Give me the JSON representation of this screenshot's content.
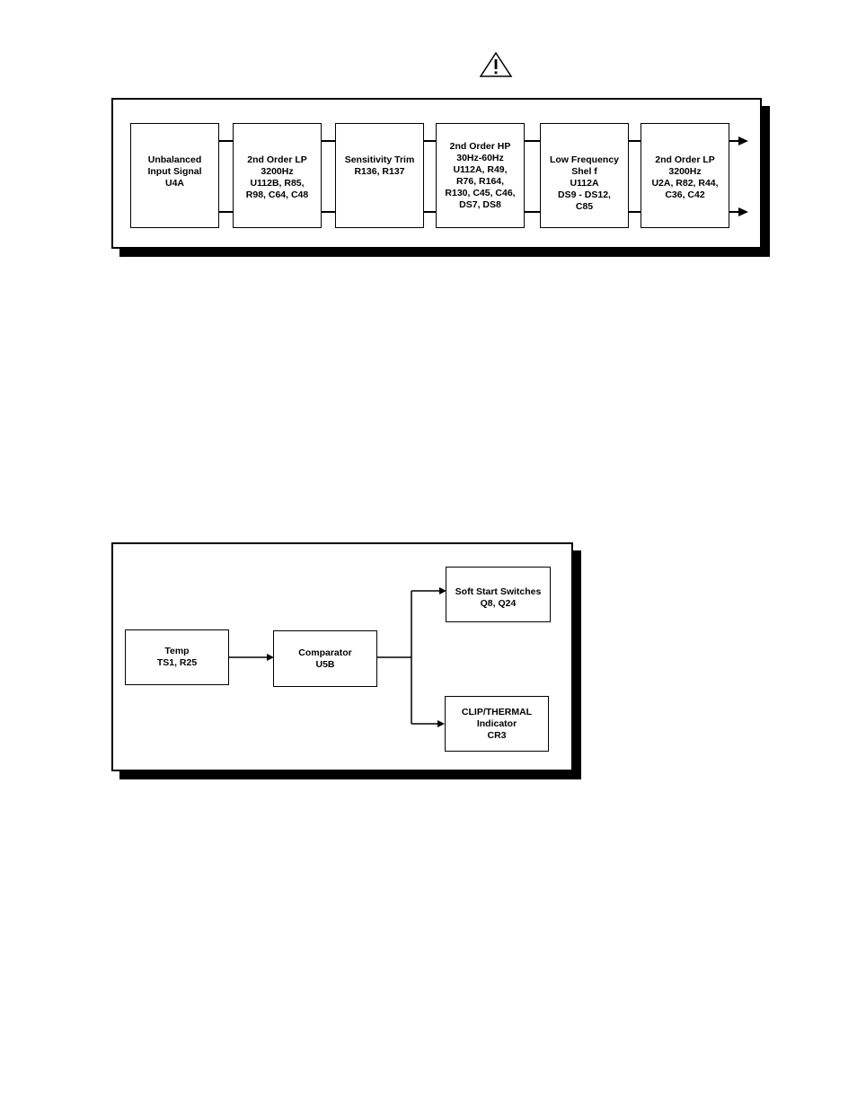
{
  "diagram1": {
    "blocks": [
      {
        "lines": [
          "Unbalanced",
          "Input Signal",
          "U4A"
        ]
      },
      {
        "lines": [
          "2nd Order LP",
          "3200Hz",
          "U112B, R85,",
          "R98, C64, C48"
        ]
      },
      {
        "lines": [
          "Sensitivity Trim",
          "R136, R137"
        ]
      },
      {
        "lines": [
          "2nd Order HP",
          "30Hz-60Hz",
          "U112A, R49,",
          "R76, R164,",
          "R130, C45, C46,",
          "DS7, DS8"
        ]
      },
      {
        "lines": [
          "Low Frequency",
          "Shel f",
          "U112A",
          "DS9 - DS12,",
          "C85"
        ]
      },
      {
        "lines": [
          "2nd Order LP",
          "3200Hz",
          "U2A, R82, R44,",
          "C36, C42"
        ]
      }
    ]
  },
  "diagram2": {
    "temp": {
      "lines": [
        "Temp",
        "TS1, R25"
      ]
    },
    "comparator": {
      "lines": [
        "Comparator",
        "U5B"
      ]
    },
    "soft_start": {
      "lines": [
        "Soft Start Switches",
        "Q8, Q24"
      ]
    },
    "clip_thermal": {
      "lines": [
        "CLIP/THERMAL",
        "Indicator",
        "CR3"
      ]
    }
  },
  "icons": {
    "warning": "warning-triangle-icon"
  }
}
